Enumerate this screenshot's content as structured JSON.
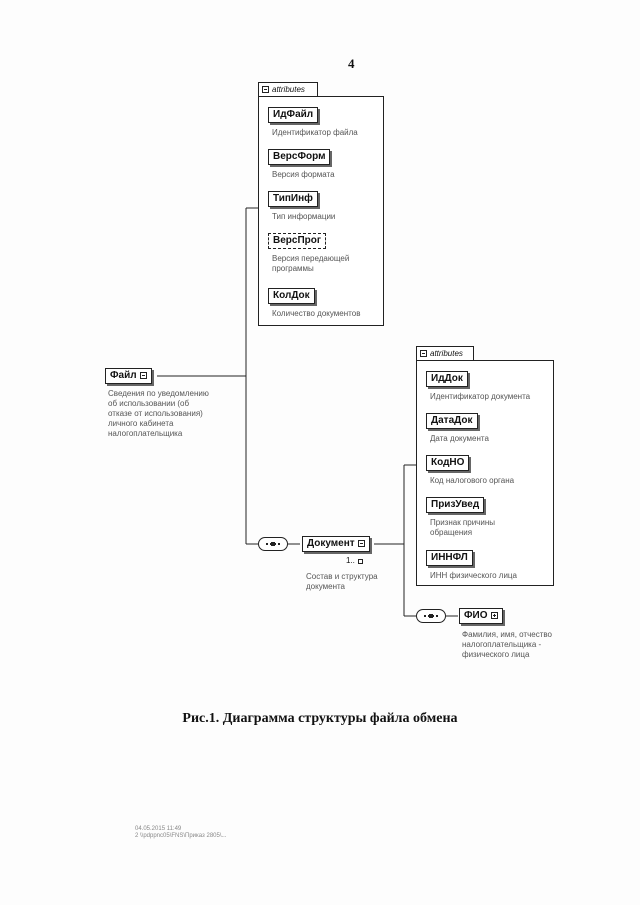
{
  "page_number": "4",
  "caption": "Рис.1. Диаграмма структуры файла обмена",
  "root": {
    "name": "Файл",
    "description": "Сведения по уведомлению\nоб использовании (об\nотказе от использования)\nличного кабинета\nналогоплательщика"
  },
  "file_attributes": {
    "group_label": "attributes",
    "items": [
      {
        "name": "ИдФайл",
        "description": "Идентификатор файла"
      },
      {
        "name": "ВерсФорм",
        "description": "Версия формата"
      },
      {
        "name": "ТипИнф",
        "description": "Тип информации"
      },
      {
        "name": "ВерсПрог",
        "description": "Версия передающей\nпрограммы"
      },
      {
        "name": "КолДок",
        "description": "Количество документов"
      }
    ]
  },
  "document": {
    "name": "Документ",
    "multiplicity": "1..",
    "description": "Состав и структура\nдокумента"
  },
  "document_attributes": {
    "group_label": "attributes",
    "items": [
      {
        "name": "ИдДок",
        "description": "Идентификатор документа"
      },
      {
        "name": "ДатаДок",
        "description": "Дата документа"
      },
      {
        "name": "КодНО",
        "description": "Код налогового органа"
      },
      {
        "name": "ПризУвед",
        "description": "Признак причины\nобращения"
      },
      {
        "name": "ИННФЛ",
        "description": "ИНН физического лица"
      }
    ]
  },
  "fio": {
    "name": "ФИО",
    "description": "Фамилия, имя, отчество\nналогоплательщика -\nфизического лица"
  },
  "footer": {
    "line1": "04.05.2015 11:49",
    "line2": "2 \\\\pdppnc05\\FNS\\Приказ 2805\\..."
  }
}
